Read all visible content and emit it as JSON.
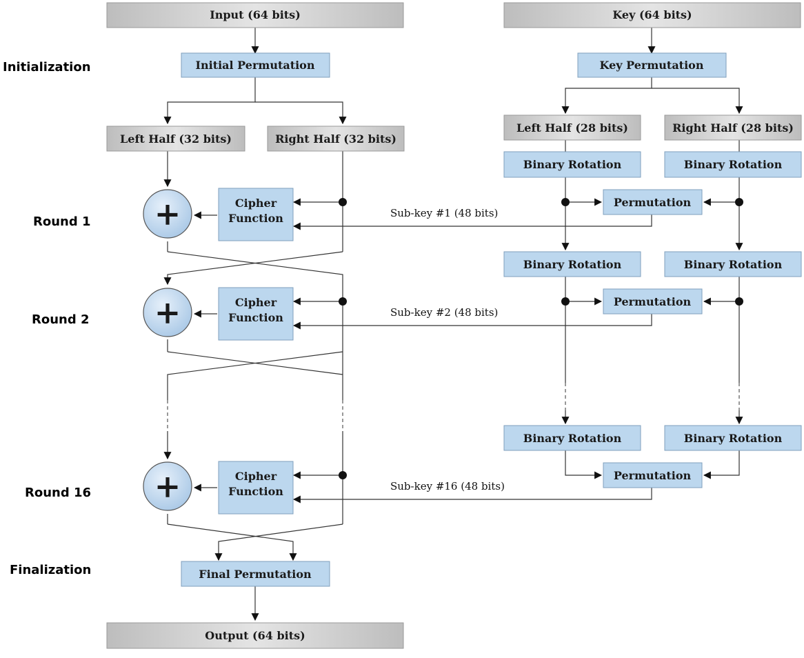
{
  "colors": {
    "io_box": "#d6d6d6",
    "process_box": "#bcd7ee",
    "process_border": "#7f9fbc",
    "xor_fill": "#c6dcf0",
    "line": "#333333"
  },
  "stages": {
    "initialization": "Initialization",
    "round1": "Round 1",
    "round2": "Round 2",
    "round16": "Round 16",
    "finalization": "Finalization"
  },
  "data_path": {
    "input": "Input (64 bits)",
    "initial_permutation": "Initial Permutation",
    "left_half": "Left Half (32 bits)",
    "right_half": "Right Half (32 bits)",
    "cipher_function_line1": "Cipher",
    "cipher_function_line2": "Function",
    "xor_symbol": "+",
    "final_permutation": "Final Permutation",
    "output": "Output (64 bits)"
  },
  "key_path": {
    "key": "Key (64 bits)",
    "key_permutation": "Key Permutation",
    "left_half": "Left Half (28 bits)",
    "right_half": "Right Half (28 bits)",
    "binary_rotation": "Binary Rotation",
    "permutation": "Permutation"
  },
  "subkeys": {
    "subkey1": "Sub-key #1 (48 bits)",
    "subkey2": "Sub-key #2 (48 bits)",
    "subkey16": "Sub-key #16 (48 bits)"
  }
}
